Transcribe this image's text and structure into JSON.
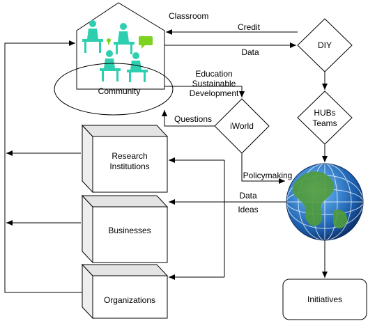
{
  "nodes": {
    "classroom": "Classroom",
    "community": "Community",
    "diy": "DIY",
    "hubs_line1": "HUBs",
    "hubs_line2": "Teams",
    "iworld": "iWorld",
    "research_line1": "Research",
    "research_line2": "Institutions",
    "businesses": "Businesses",
    "organizations": "Organizations",
    "initiatives": "Initiatives"
  },
  "edge_labels": {
    "credit": "Credit",
    "data_top": "Data",
    "education_line1": "Education",
    "education_line2": "Sustainable",
    "education_line3": "Development",
    "questions": "Questions",
    "policymaking": "Policymaking",
    "data_globe": "Data",
    "ideas": "Ideas"
  },
  "icons": [
    "classroom-people-icon",
    "globe-icon"
  ],
  "colors": {
    "stroke": "#000000",
    "people": "#2ecfb0",
    "screen": "#7ed321",
    "globe_ocean": "#1a5cab",
    "globe_land": "#4f9a3a"
  }
}
